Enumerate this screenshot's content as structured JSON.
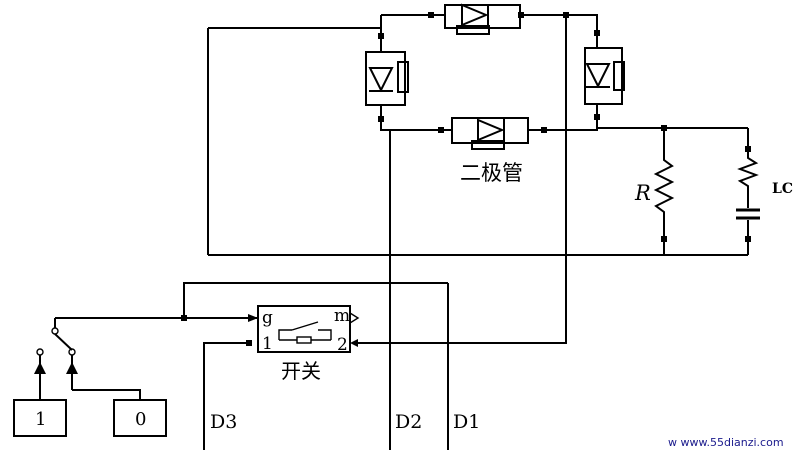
{
  "labels": {
    "diode_group": "二极管",
    "resistor": "R",
    "lc": "LC",
    "switch_name": "开关",
    "switch_g": "g",
    "switch_m": "m",
    "switch_port1": "1",
    "switch_port2": "2",
    "d1": "D1",
    "d2": "D2",
    "d3": "D3",
    "const_one": "1",
    "const_zero": "0"
  },
  "watermark": "w www.55dianzi.com",
  "colors": {
    "line": "#000000",
    "background": "#ffffff",
    "watermark": "#1a1a8c"
  }
}
